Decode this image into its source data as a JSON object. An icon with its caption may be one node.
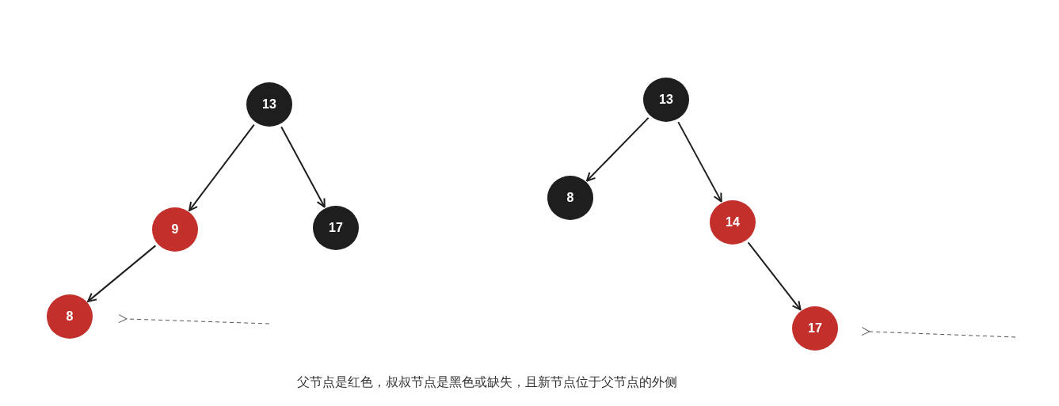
{
  "diagram": {
    "caption": "父节点是红色，叔叔节点是黑色或缺失，且新节点位于父节点的外侧",
    "nodes": [
      {
        "text": [
          "13"
        ]
      },
      {
        "text": [
          "9"
        ]
      },
      {
        "text": [
          "17"
        ]
      },
      {
        "text": [
          "8"
        ]
      },
      {
        "text": [
          "13"
        ]
      },
      {
        "text": [
          "8"
        ]
      },
      {
        "text": [
          "14"
        ]
      },
      {
        "text": [
          "17"
        ]
      }
    ],
    "edges": [
      {
        "from": 0,
        "to": 1,
        "arrow": "to"
      },
      {
        "from": 0,
        "to": 2,
        "arrow": "to"
      },
      {
        "from": 1,
        "to": 3,
        "arrow": "to"
      },
      {
        "from": 4,
        "to": 5,
        "arrow": "to"
      },
      {
        "from": 4,
        "to": 6,
        "arrow": "to"
      },
      {
        "from": 6,
        "to": 7,
        "arrow": "to"
      }
    ]
  }
}
